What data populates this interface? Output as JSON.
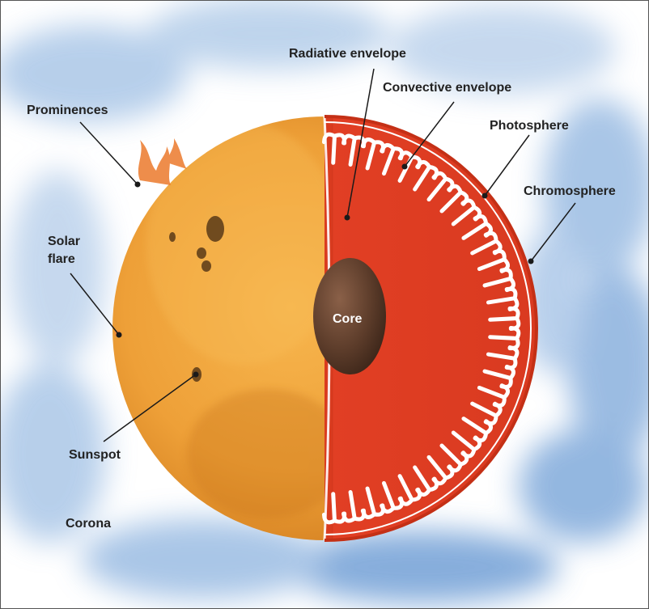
{
  "labels": {
    "radiative_envelope": "Radiative envelope",
    "convective_envelope": "Convective envelope",
    "photosphere": "Photosphere",
    "chromosphere": "Chromosphere",
    "prominences": "Prominences",
    "solar_flare_line1": "Solar",
    "solar_flare_line2": "flare",
    "core": "Core",
    "sunspot": "Sunspot",
    "corona": "Corona"
  },
  "colors": {
    "corona_blue": "#6f9fd6",
    "surface_orange": "#f0a23a",
    "interior_red": "#ee4a2c",
    "interior_red_shadow": "#e03e22",
    "core_brown": "#5a3a28",
    "leader_line": "#1a1a1a"
  }
}
